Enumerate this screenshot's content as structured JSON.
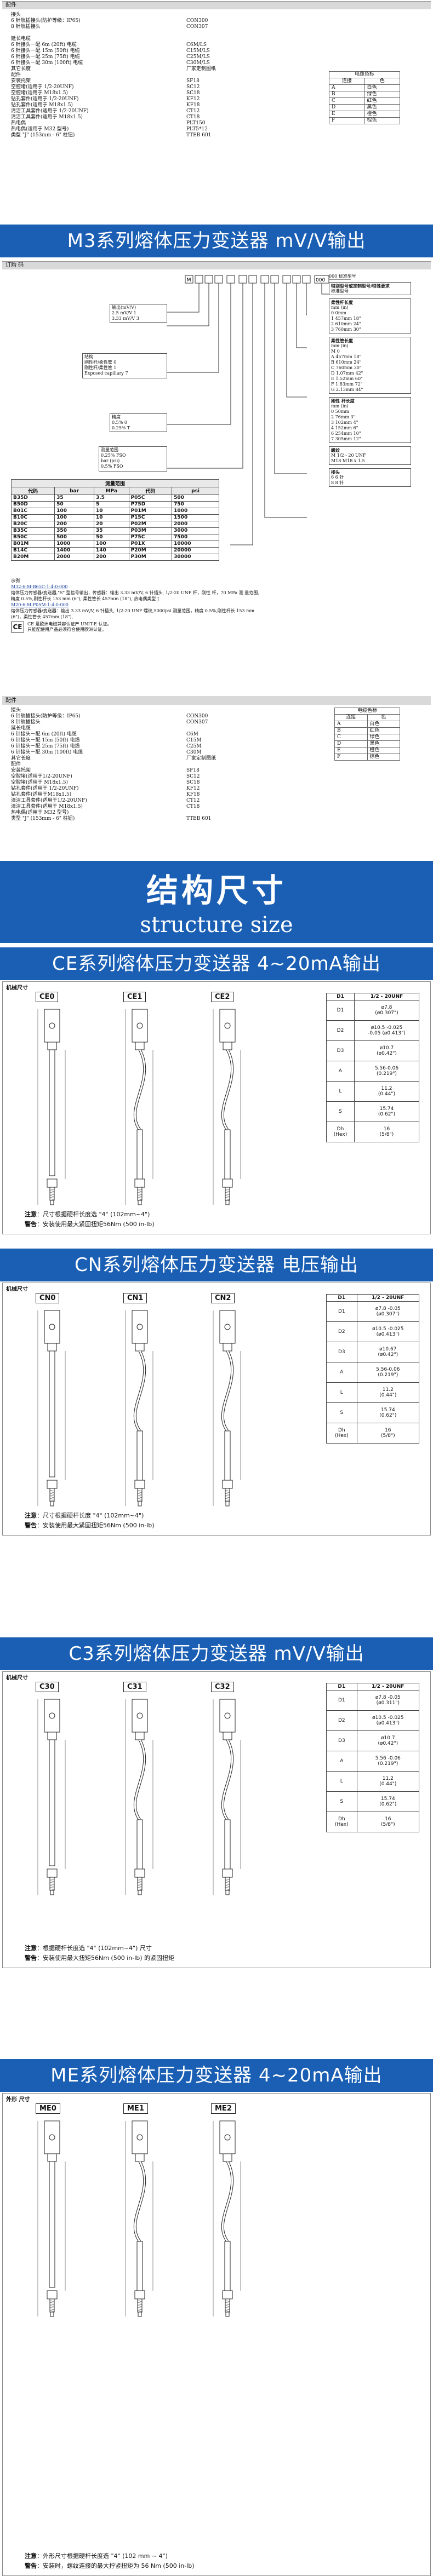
{
  "sec1": {
    "header": "配件",
    "accessories": [
      {
        "name": "接头",
        "code": ""
      },
      {
        "name": "6 针航插接头(防护等级：IP65)",
        "code": "CON300"
      },
      {
        "name": "8 针航插接头",
        "code": "CON307"
      },
      {
        "name": "",
        "code": ""
      },
      {
        "name": "延长电缆",
        "code": ""
      },
      {
        "name": "6 针接头－配 6m (20ft) 电缆",
        "code": "C6M/LS"
      },
      {
        "name": "6 针接头－配 15m (50ft) 电缆",
        "code": "C15M/LS"
      },
      {
        "name": "6 针接头－配 25m (75ft) 电缆",
        "code": "C25M/LS"
      },
      {
        "name": "6 针接头－配 30m (100ft) 电缆",
        "code": "C30M/LS"
      },
      {
        "name": "其它长度",
        "code": "厂家定制图纸"
      },
      {
        "name": "配件",
        "code": ""
      },
      {
        "name": "安装托架",
        "code": "SF18"
      },
      {
        "name": "空腔堵(适用于 1/2-20UNF)",
        "code": "SC12"
      },
      {
        "name": "空腔堵(适用于 M18x1.5)",
        "code": "SC18"
      },
      {
        "name": "钻孔套件(适用于 1/2-20UNF)",
        "code": "KF12"
      },
      {
        "name": "钻孔套件(适用于 M18x1.5)",
        "code": "KF18"
      },
      {
        "name": "清洁工具套件(适用于 1/2-20UNF)",
        "code": "CT12"
      },
      {
        "name": "清洁工具套件(适用于 M18x1.5)",
        "code": "CT18"
      },
      {
        "name": "热电偶",
        "code": "PLT150"
      },
      {
        "name": "热电偶(适用于 M32 型号)",
        "code": "PLT5*12"
      },
      {
        "name": "类型 \"J\" (153mm - 6\" 柱钮)",
        "code": "TTEB 601"
      }
    ],
    "color_table": {
      "title": "电缆色标",
      "headers": [
        "连接",
        "色"
      ],
      "rows": [
        [
          "A",
          "白色"
        ],
        [
          "B",
          "绿色"
        ],
        [
          "C",
          "红色"
        ],
        [
          "D",
          "黑色"
        ],
        [
          "E",
          "橙色"
        ],
        [
          "F",
          "棕色"
        ]
      ]
    }
  },
  "banner_m3": "M3系列熔体压力变送器 mV/V输出",
  "order": {
    "header": "订购 码",
    "code_template": "M 3 □ □ - □ - □ □ - □ □ - □ □ □",
    "code_end": "000",
    "left_boxes": {
      "output": [
        "输出(mV/V)",
        "2.5 mV/V  1",
        "3.33 mV/V  3"
      ],
      "structure": [
        "结构",
        "刚性杆/柔性管   0",
        "刚性杆/柔性管   1",
        "Exposed capillary   7"
      ],
      "accuracy": [
        "精度",
        "0.5%   0",
        "0.25%   T"
      ],
      "range_unit": [
        "测量范围",
        "0.25% FSO",
        "bar (psi)",
        "0.5% FSO"
      ]
    },
    "range_table": {
      "title": "测量范围",
      "headers": [
        "代码",
        "bar",
        "MPa",
        "代码",
        "psi"
      ],
      "rows": [
        [
          "B35D",
          "35",
          "3.5",
          "P05C",
          "500"
        ],
        [
          "B50D",
          "50",
          "5",
          "P75D",
          "750"
        ],
        [
          "B01C",
          "100",
          "10",
          "P01M",
          "1000"
        ],
        [
          "B10C",
          "100",
          "10",
          "P15C",
          "1500"
        ],
        [
          "B20C",
          "200",
          "20",
          "P02M",
          "2000"
        ],
        [
          "B35C",
          "350",
          "35",
          "P03M",
          "3000"
        ],
        [
          "B50C",
          "500",
          "50",
          "P75C",
          "7500"
        ],
        [
          "B01M",
          "1000",
          "100",
          "P01X",
          "10000"
        ],
        [
          "B14C",
          "1400",
          "140",
          "P20M",
          "20000"
        ],
        [
          "B20M",
          "2000",
          "200",
          "P30M",
          "30000"
        ]
      ]
    },
    "example_title": "示例",
    "examples": [
      "M32-6-M-B65C-1-4-0-000",
      "熔体压力传感器/变送器,\"S\" 型信号输出，传感器：输出 3.33 mV/V, 6 针插头, 1/2-20 UNF  杆，刚性 杆，70 MPa 测 量范围，",
      "精度 0.5%,刚性杆长 153 mm (6\"), 柔性管长 457mm (18\"), 热电偶类型 J",
      "M20-6-M-P05M-1-4-0-000",
      "熔体压力传感器/变送器：输出 3.33 mV/V, 6 针插头, 1/2-20 UNF 螺纹,5000psi 测量范围，精度 0.5%,刚性杆长 153 mm",
      "(6\")，柔性管长 457mm (18\"),"
    ],
    "ce_note": [
      "CE 是欧洲电磁兼容认证产 UNIT-E 认证。",
      "只能配使用产品必须符合使用欧洲认证。"
    ],
    "right_title": "000  标准型号",
    "right_boxes": [
      {
        "title": "特别型号或定制型号/特殊要求",
        "lines": [
          "标准型号"
        ]
      },
      {
        "title": "柔性杆长度",
        "lines": [
          "mm  (in)",
          "0   0mm",
          "1   457mm   18\"",
          "2   610mm   24\"",
          "3   760mm   30\""
        ]
      },
      {
        "title": "柔性管长度",
        "lines": [
          "mm  (in)",
          "M   0",
          "A   457mm   18\"",
          "B   610mm   24\"",
          "C   760mm   30\"",
          "D   1.07mm   42\"",
          "E   1.52mm   60\"",
          "F   1.83mm   72\"",
          "G   2.13mm   84\""
        ]
      },
      {
        "title": "刚性 杆长度",
        "lines": [
          "mm (in)",
          "0   50mm",
          "2   76mm   3\"",
          "3   102mm   4\"",
          "4   152mm   6\"",
          "6   254mm   10\"",
          "7   305mm   12\""
        ]
      },
      {
        "title": "螺纹",
        "lines": [
          "M   1/2 - 20 UNF",
          "M18   M18 x 1.5"
        ]
      },
      {
        "title": "接头",
        "lines": [
          "6   6 针",
          "8   8 针"
        ]
      }
    ]
  },
  "sec3": {
    "header": "配件",
    "accessories": [
      {
        "name": "接头",
        "code": ""
      },
      {
        "name": "6 针航插接头(防护等级：IP65)",
        "code": "CON300"
      },
      {
        "name": "8 针航插接头",
        "code": "CON307"
      },
      {
        "name": "延长电缆",
        "code": ""
      },
      {
        "name": "6 针接头－配 6m (20ft) 电缆",
        "code": "C6M"
      },
      {
        "name": "6 针接头－配 15m (50ft) 电缆",
        "code": "C15M"
      },
      {
        "name": "6 针接头－配 25m (75ft) 电缆",
        "code": "C25M"
      },
      {
        "name": "6 针接头－配 30m (100ft) 电缆",
        "code": "C30M"
      },
      {
        "name": "其它长度",
        "code": "厂家定制图纸"
      },
      {
        "name": "配件",
        "code": ""
      },
      {
        "name": "安装托架",
        "code": "SF18"
      },
      {
        "name": "空腔堵(适用于1/2-20UNF)",
        "code": "SC12"
      },
      {
        "name": "空腔堵(适用于 M18x1.5)",
        "code": "SC18"
      },
      {
        "name": "钻孔套件(适用于 1/2-20UNF)",
        "code": "KF12"
      },
      {
        "name": "钻孔套件(适用于M18x1.5)",
        "code": "KF18"
      },
      {
        "name": "清洁工具套件(适用于1/2-20UNF)",
        "code": "CT12"
      },
      {
        "name": "清洁工具套件(适用于 M18x1.5)",
        "code": "CT18"
      },
      {
        "name": "热电偶(适用于 M32 型号)",
        "code": ""
      },
      {
        "name": "类型 \"J\" (153mm - 6\" 柱钮)",
        "code": "TTEB 601"
      }
    ],
    "color_table": {
      "title": "电缆色标",
      "headers": [
        "连接",
        "色"
      ],
      "rows": [
        [
          "A",
          "白色"
        ],
        [
          "B",
          "红色"
        ],
        [
          "C",
          "绿色"
        ],
        [
          "D",
          "黑色"
        ],
        [
          "E",
          "橙色"
        ],
        [
          "F",
          "棕色"
        ]
      ]
    }
  },
  "banner_structure": {
    "cn": "结构尺寸",
    "en": "structure size"
  },
  "ce": {
    "banner": "CE系列熔体压力变送器 4~20mA输出",
    "label": "机械尺寸",
    "families": [
      "CE0",
      "CE1",
      "CE2"
    ],
    "dim_header": [
      "D1",
      "1/2 - 20UNF"
    ],
    "dims": [
      [
        "D1",
        "ø7.8\n(ø0.307\")"
      ],
      [
        "D2",
        "ø10.5 -0.025\n-0.05 (ø0.413\")"
      ],
      [
        "D3",
        "ø10.7\n(ø0.42\")"
      ],
      [
        "A",
        "5.56-0.06\n(0.219\")"
      ],
      [
        "L",
        "11.2\n(0.44\")"
      ],
      [
        "S",
        "15.74\n(0.62\")"
      ],
      [
        "Dh\n(Hex)",
        "16\n(5/8\")"
      ]
    ],
    "note_label": "注意",
    "note_text": "：尺寸根据硬杆长度选 \"4\" (102mm~4\")",
    "warn_label": "警告",
    "warn_text": "：安装使用最大紧固扭矩56Nm (500 in-lb)"
  },
  "cn": {
    "banner": "CN系列熔体压力变送器 电压输出",
    "label": "机械尺寸",
    "families": [
      "CN0",
      "CN1",
      "CN2"
    ],
    "dim_header": [
      "D1",
      "1/2 - 20UNF"
    ],
    "dims": [
      [
        "D1",
        "ø7.8 -0.05\n(ø0.307\")"
      ],
      [
        "D2",
        "ø10.5 -0.025\n(ø0.413\")"
      ],
      [
        "D3",
        "ø10.67\n(ø0.42\")"
      ],
      [
        "A",
        "5.56-0.06\n(0.219\")"
      ],
      [
        "L",
        "11.2\n(0.44\")"
      ],
      [
        "S",
        "15.74\n(0.62\")"
      ],
      [
        "Dh\n(Hex)",
        "16\n(5/8\")"
      ]
    ],
    "note_label": "注意",
    "note_text": "：尺寸根据硬杆长度 \"4\" (102mm~4\")",
    "warn_label": "警告",
    "warn_text": "：安装使用最大紧固扭矩56Nm (500 in-lb)"
  },
  "c3": {
    "banner": "C3系列熔体压力变送器 mV/V输出",
    "label": "机械尺寸",
    "families": [
      "C30",
      "C31",
      "C32"
    ],
    "dim_header": [
      "D1",
      "1/2 - 20UNF"
    ],
    "dims": [
      [
        "D1",
        "ø7.8 -0.05\n(ø0.311\")"
      ],
      [
        "D2",
        "ø10.5 -0.025\n(ø0.413\")"
      ],
      [
        "D3",
        "ø10.7\n(ø0.42\")"
      ],
      [
        "A",
        "5.56 -0.06\n(0.219\")"
      ],
      [
        "L",
        "11.2\n(0.44\")"
      ],
      [
        "S",
        "15.74\n(0.62\")"
      ],
      [
        "Dh\n(Hex)",
        "16\n(5/8\")"
      ]
    ],
    "note_label": "注意",
    "note_text": "：根据硬杆长度选 \"4\" (102mm~4\") 尺寸",
    "warn_label": "警告",
    "warn_text": "：安装使用最大扭矩56Nm (500 in-lb) 的紧固扭矩"
  },
  "me": {
    "banner": "ME系列熔体压力变送器 4~20mA输出",
    "label": "外形 尺寸",
    "families": [
      "ME0",
      "ME1",
      "ME2"
    ],
    "note_label": "注意",
    "note_text": "：外形尺寸根据硬杆长度选 \"4\" (102 mm ~ 4\")",
    "warn_label": "警告",
    "warn_text": "：安装时，螺纹连接的最大拧紧扭矩为 56 Nm (500 in-lb)"
  }
}
